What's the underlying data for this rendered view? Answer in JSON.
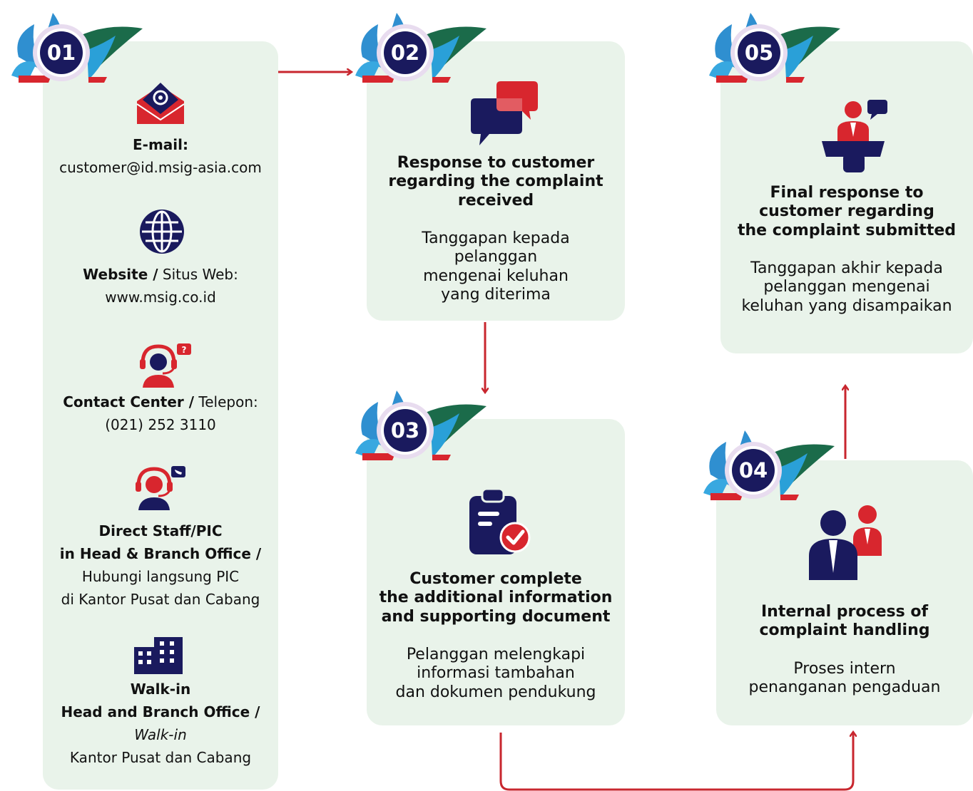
{
  "colors": {
    "navy": "#1a1a5e",
    "red": "#d8262e",
    "card": "#e9f3ea",
    "arrow": "#c8262e"
  },
  "steps": [
    {
      "number": "01",
      "items": [
        {
          "icon": "email-icon",
          "title": "E-mail:",
          "lines": [
            "customer@id.msig-asia.com"
          ]
        },
        {
          "icon": "globe-icon",
          "title": "Website /",
          "title_suffix": " Situs Web:",
          "lines": [
            "www.msig.co.id"
          ]
        },
        {
          "icon": "headset-icon",
          "title": "Contact Center /",
          "title_suffix": " Telepon:",
          "lines": [
            "(021) 252 3110"
          ]
        },
        {
          "icon": "headset-phone-icon",
          "title_lines": [
            "Direct Staff/PIC",
            "in Head & Branch Office /"
          ],
          "lines": [
            "Hubungi langsung PIC",
            "di Kantor Pusat dan Cabang"
          ]
        },
        {
          "icon": "building-icon",
          "title_lines": [
            "Walk-in",
            "Head and Branch Office /"
          ],
          "italic": "Walk-in",
          "lines": [
            "Kantor Pusat dan Cabang"
          ]
        }
      ]
    },
    {
      "number": "02",
      "icon": "chat-bubbles-icon",
      "title_lines": [
        "Response to customer",
        "regarding the complaint",
        "received"
      ],
      "desc_lines": [
        "Tanggapan kepada",
        "pelanggan",
        "mengenai keluhan",
        "yang diterima"
      ]
    },
    {
      "number": "03",
      "icon": "clipboard-check-icon",
      "title_lines": [
        "Customer complete",
        "the additional information",
        "and supporting document"
      ],
      "desc_lines": [
        "Pelanggan melengkapi",
        "informasi tambahan",
        "dan dokumen pendukung"
      ]
    },
    {
      "number": "04",
      "icon": "team-icon",
      "title_lines": [
        "Internal process of",
        "complaint handling"
      ],
      "desc_lines": [
        "Proses intern",
        "penanganan pengaduan"
      ]
    },
    {
      "number": "05",
      "icon": "speaker-podium-icon",
      "title_lines": [
        "Final response to",
        "customer regarding",
        "the complaint submitted"
      ],
      "desc_lines": [
        "Tanggapan akhir kepada",
        "pelanggan mengenai",
        "keluhan yang disampaikan"
      ]
    }
  ]
}
